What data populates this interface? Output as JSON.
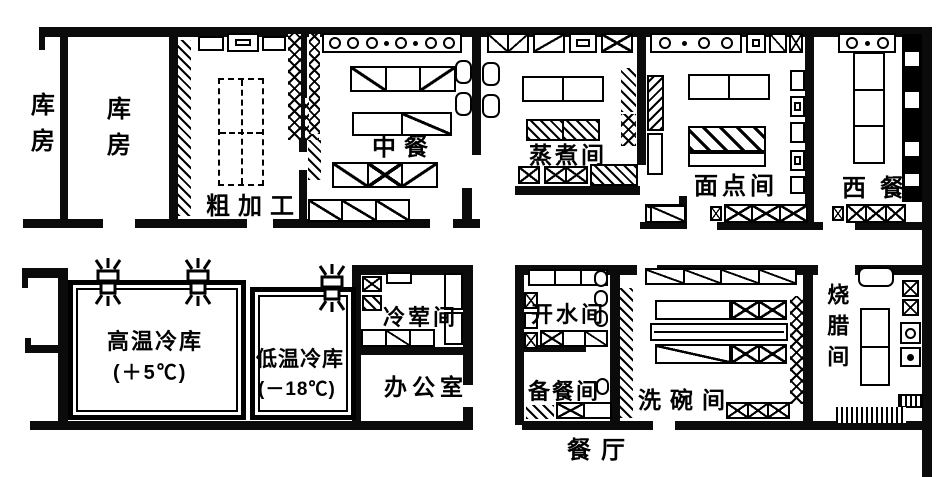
{
  "colors": {
    "ink": "#000000",
    "paper": "#ffffff"
  },
  "icons": {
    "cooling_unit_icon": "box with radiating defrost lines",
    "burner_icon": "open circle on range",
    "crossed_box_icon": "equipment box with X",
    "hatch_icon": "diagonal hatched shelving/flue"
  },
  "rooms": {
    "storage_left": {
      "label": "库房"
    },
    "storage_main": {
      "label": "库房"
    },
    "rough_prep": {
      "label": "粗加工"
    },
    "chinese_kitchen": {
      "label": "中餐"
    },
    "steam_room": {
      "label": "蒸煮间"
    },
    "pastry_room": {
      "label": "面点间"
    },
    "western_kitchen": {
      "label": "西餐"
    },
    "cold_store_high": {
      "label": "高温冷库",
      "temp": "(＋5℃)"
    },
    "cold_store_low": {
      "label": "低温冷库",
      "temp": "(－18℃)"
    },
    "cold_dish_room": {
      "label": "冷荤间"
    },
    "office": {
      "label": "办公室"
    },
    "hot_water_room": {
      "label": "开水间"
    },
    "pantry_room": {
      "label": "备餐间"
    },
    "dishwash_room": {
      "label": "洗碗间"
    },
    "roast_room": {
      "label": "烧腊间"
    },
    "dining_hall": {
      "label": "餐厅"
    }
  }
}
